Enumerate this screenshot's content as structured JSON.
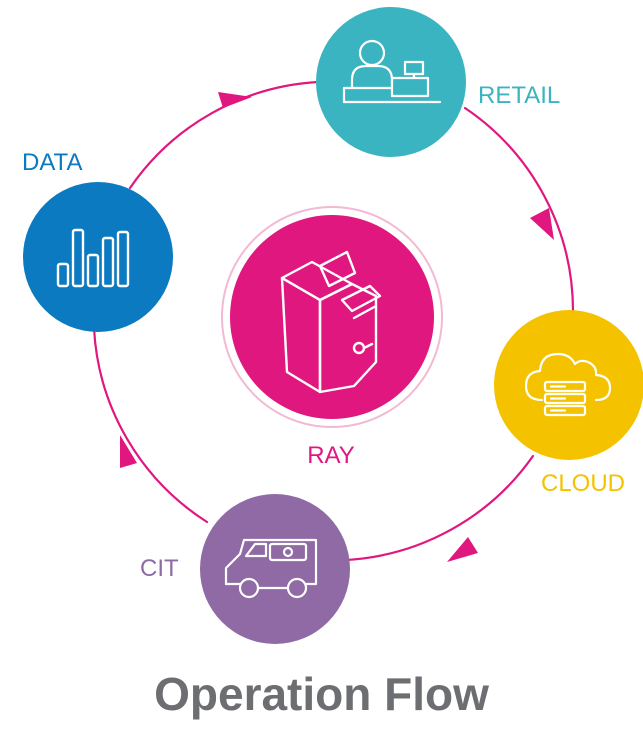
{
  "nodes": {
    "retail": {
      "label": "RETAIL",
      "icon": "cashier-icon",
      "color": "#3bb4c1"
    },
    "cloud": {
      "label": "CLOUD",
      "icon": "cloud-server-icon",
      "color": "#f5c200"
    },
    "cit": {
      "label": "CIT",
      "icon": "cash-van-icon",
      "color": "#8f6aa5"
    },
    "data": {
      "label": "DATA",
      "icon": "bar-chart-icon",
      "color": "#0b7ac0"
    },
    "ray": {
      "label": "RAY",
      "icon": "cash-machine-icon",
      "color": "#e0177f"
    }
  },
  "flow": [
    "retail",
    "cloud",
    "cit",
    "data",
    "retail"
  ],
  "arrow_color": "#e0177f",
  "title": "Operation Flow"
}
